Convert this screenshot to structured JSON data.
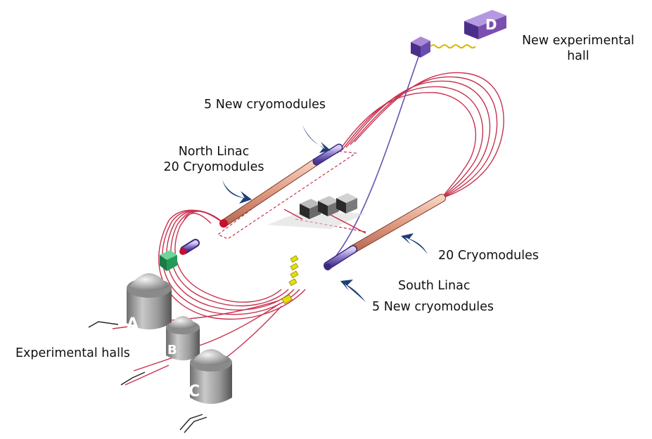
{
  "labels": {
    "new_hall_line1": "New experimental",
    "new_hall_line2": "hall",
    "cryo_new_north": "5 New cryomodules",
    "north_linac_line1": "North Linac",
    "north_linac_line2": "20 Cryomodules",
    "south_cryo20": "20 Cryomodules",
    "south_linac": "South Linac",
    "cryo_new_south": "5 New cryomodules",
    "experimental_halls": "Experimental halls"
  },
  "halls": {
    "a": "A",
    "b": "B",
    "c": "C",
    "d": "D"
  },
  "colors": {
    "recirculation_arc": "#c8324f",
    "linac_tube": "#e3a58e",
    "new_cryo": "#6a50b0",
    "hall_d": "#7a4fb0",
    "arrow": "#1c3e78",
    "hall_dome": "#9a9a9a",
    "injector": "#1f9a5a",
    "yellow_magnet": "#e6e100"
  },
  "icons": [
    "curved-arrow-icon",
    "hall-dome-icon",
    "cube-icon"
  ]
}
